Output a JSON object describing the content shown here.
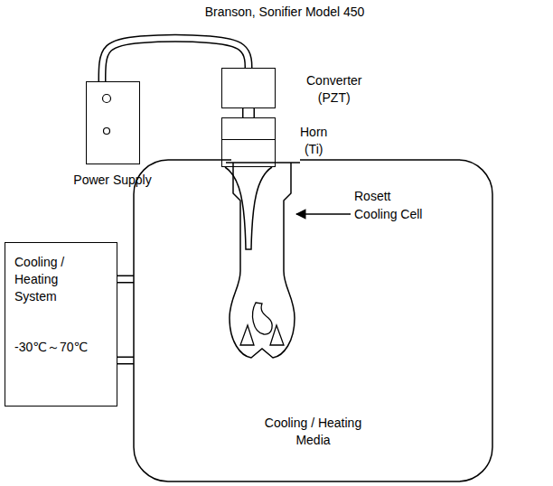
{
  "diagram": {
    "title": "Branson, Sonifier Model 450",
    "nodes": [
      {
        "text": [
          "Power Supply"
        ]
      },
      {
        "text": [
          "Converter (PZT)"
        ]
      },
      {
        "text": [
          "Horn (Ti)"
        ]
      },
      {
        "text": [
          "Cooling / Heating System",
          "-30℃～70℃"
        ]
      },
      {
        "text": [
          "Cooling / Heating Media"
        ]
      }
    ],
    "edges": [
      {
        "from": 0,
        "to": 1,
        "arrow": "none"
      },
      {
        "from": 1,
        "to": 2,
        "arrow": "none"
      },
      {
        "from": 3,
        "to": 4,
        "arrow": "none"
      },
      {
        "from": 3,
        "to": 4,
        "arrow": "none"
      }
    ],
    "labels": [
      "Rosett Cooling Cell"
    ]
  }
}
